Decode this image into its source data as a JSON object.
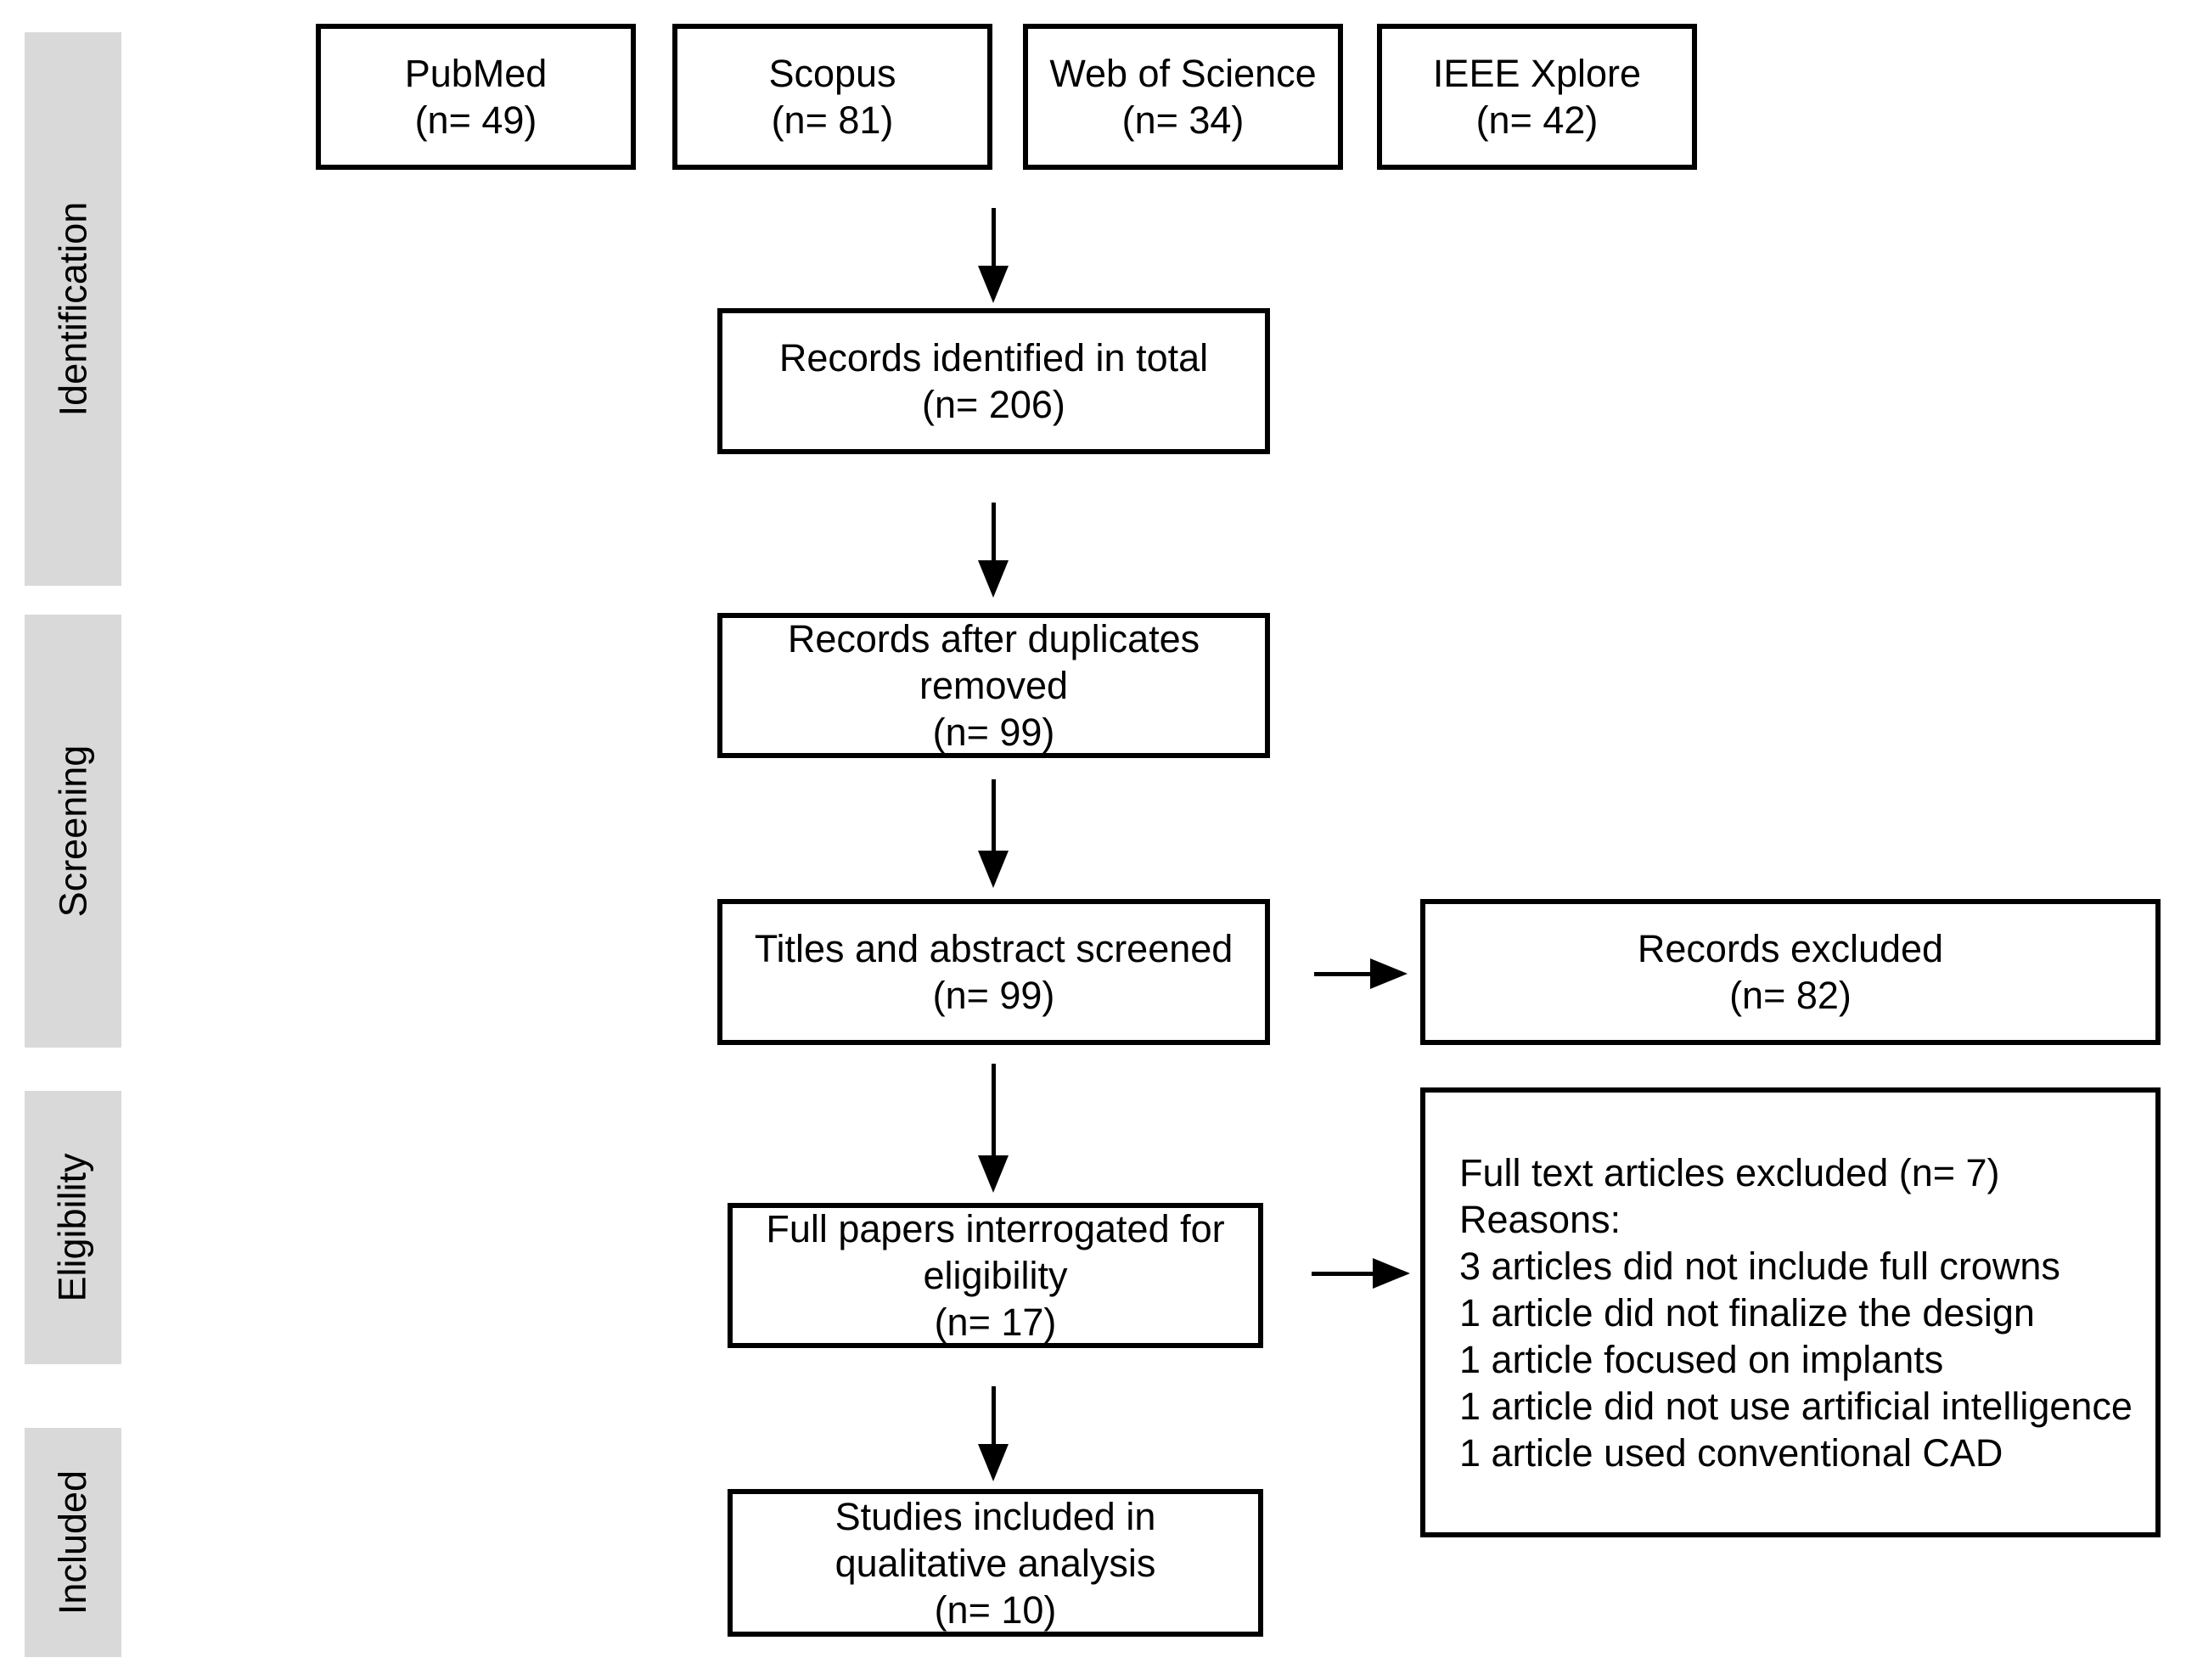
{
  "colors": {
    "background": "#ffffff",
    "box_fill": "#ffffff",
    "box_border": "#000000",
    "stage_bar_fill": "#d9d9d9",
    "text": "#000000",
    "arrow": "#000000"
  },
  "stages": [
    {
      "label": "Identification"
    },
    {
      "label": "Screening"
    },
    {
      "label": "Eligibility"
    },
    {
      "label": "Included"
    }
  ],
  "sources": [
    {
      "name": "PubMed",
      "n": 49,
      "lines": [
        "PubMed",
        "(n= 49)"
      ]
    },
    {
      "name": "Scopus",
      "n": 81,
      "lines": [
        "Scopus",
        "(n= 81)"
      ]
    },
    {
      "name": "Web of Science",
      "n": 34,
      "lines": [
        "Web of Science",
        "(n= 34)"
      ]
    },
    {
      "name": "IEEE Xplore",
      "n": 42,
      "lines": [
        "IEEE Xplore",
        "(n= 42)"
      ]
    }
  ],
  "flow": {
    "records_identified": {
      "n": 206,
      "lines": [
        "Records identified in total",
        "(n= 206)"
      ]
    },
    "records_after_duplicates": {
      "n": 99,
      "lines": [
        "Records after duplicates",
        "removed",
        "(n= 99)"
      ]
    },
    "titles_abstract_screened": {
      "n": 99,
      "lines": [
        "Titles and abstract screened",
        "(n= 99)"
      ]
    },
    "full_papers_eligibility": {
      "n": 17,
      "lines": [
        "Full papers interrogated for",
        "eligibility",
        "(n= 17)"
      ]
    },
    "studies_included": {
      "n": 10,
      "lines": [
        "Studies included in",
        "qualitative analysis",
        "(n= 10)"
      ]
    }
  },
  "exclusions": {
    "records_excluded": {
      "n": 82,
      "lines": [
        "Records excluded",
        "(n= 82)"
      ]
    },
    "full_text_excluded": {
      "n": 7,
      "lines": [
        "Full text articles excluded (n= 7)",
        "Reasons:",
        "3 articles did not include full crowns",
        "1 article did not finalize the design",
        "1 article focused on implants",
        "1 article did not use artificial intelligence",
        "1 article used conventional CAD"
      ]
    }
  }
}
